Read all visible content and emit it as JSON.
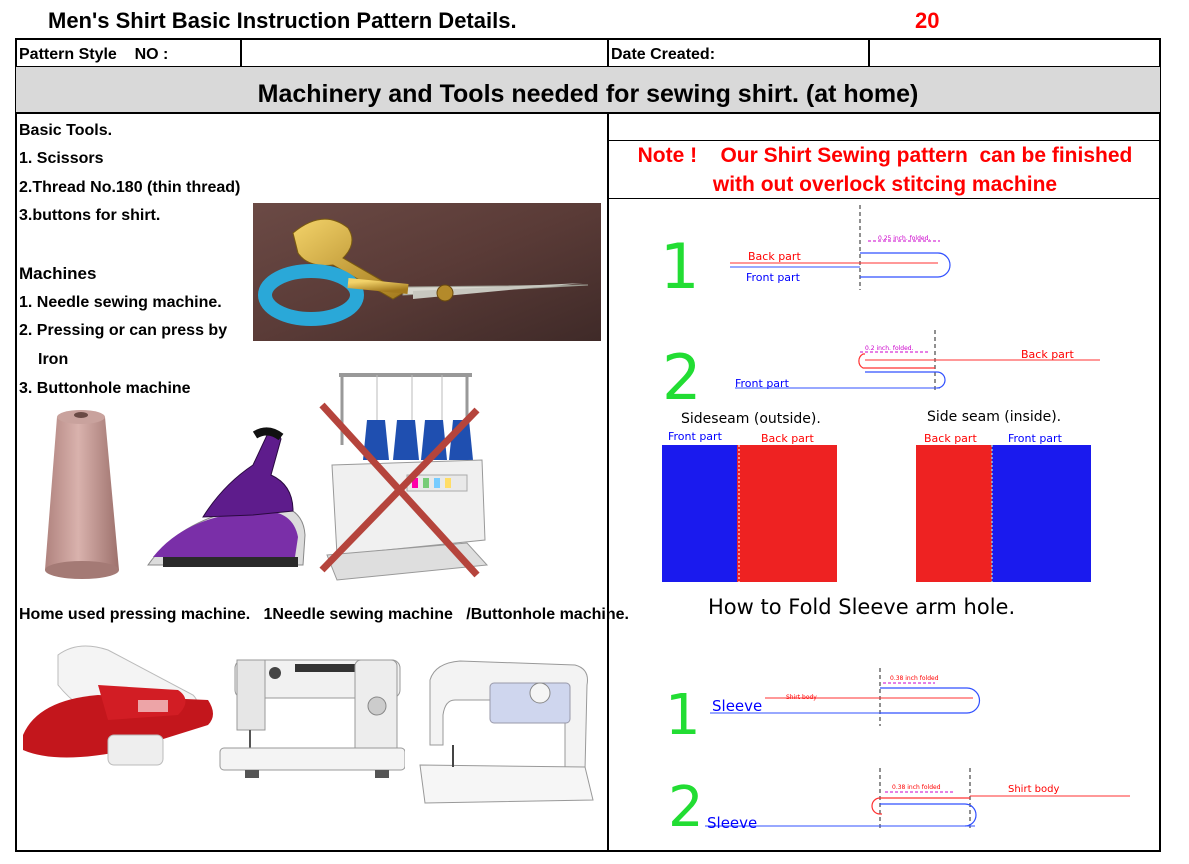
{
  "header": {
    "title": "Men's Shirt Basic Instruction Pattern Details.",
    "page_number": "20"
  },
  "info_row": {
    "pattern_style_label": "Pattern Style    NO :",
    "date_created_label": "Date Created:"
  },
  "section_title": "Machinery and Tools needed for sewing shirt. (at home)",
  "left_column": {
    "basic_tools_heading": "Basic Tools.",
    "tools": [
      "1. Scissors",
      "2.Thread No.180 (thin thread)",
      "3.buttons for shirt."
    ],
    "machines_heading": "Machines",
    "machines": [
      "1. Needle sewing machine.",
      "2. Pressing or can press by",
      "Iron",
      "3. Buttonhole machine"
    ],
    "bottom_caption": "Home used pressing machine.   1Needle sewing machine   /Buttonhole machine."
  },
  "note": {
    "line1": "Note !    Our Shirt Sewing pattern  can be finished",
    "line2": "with out overlock stitcing machine"
  },
  "side_seam_diagrams": {
    "step1": {
      "number": "1",
      "back_label": "Back part",
      "front_label": "Front part",
      "fold_label": "0.25 inch. folded."
    },
    "step2": {
      "number": "2",
      "back_label": "Back part",
      "front_label": "Front part",
      "fold_label": "0.2 inch. folded."
    }
  },
  "seam_panels": {
    "outside": {
      "title": "Sideseam (outside).",
      "left_label": "Front part",
      "right_label": "Back part"
    },
    "inside": {
      "title": "Side seam  (inside).",
      "left_label": "Back part",
      "right_label": "Front part"
    }
  },
  "sleeve_section": {
    "caption": "How to Fold Sleeve arm hole.",
    "step1": {
      "number": "1",
      "sleeve_label": "Sleeve",
      "body_label": "Shirt body",
      "fold_label": "0.38 inch folded"
    },
    "step2": {
      "number": "2",
      "sleeve_label": "Sleeve",
      "body_label": "Shirt body",
      "fold_label": "0.38 inch folded"
    }
  },
  "colors": {
    "accent_red": "#ff0000",
    "accent_green": "#22dd33",
    "panel_blue": "#1a1aee",
    "panel_red": "#ee2222",
    "band_gray": "#d9d9d9"
  }
}
